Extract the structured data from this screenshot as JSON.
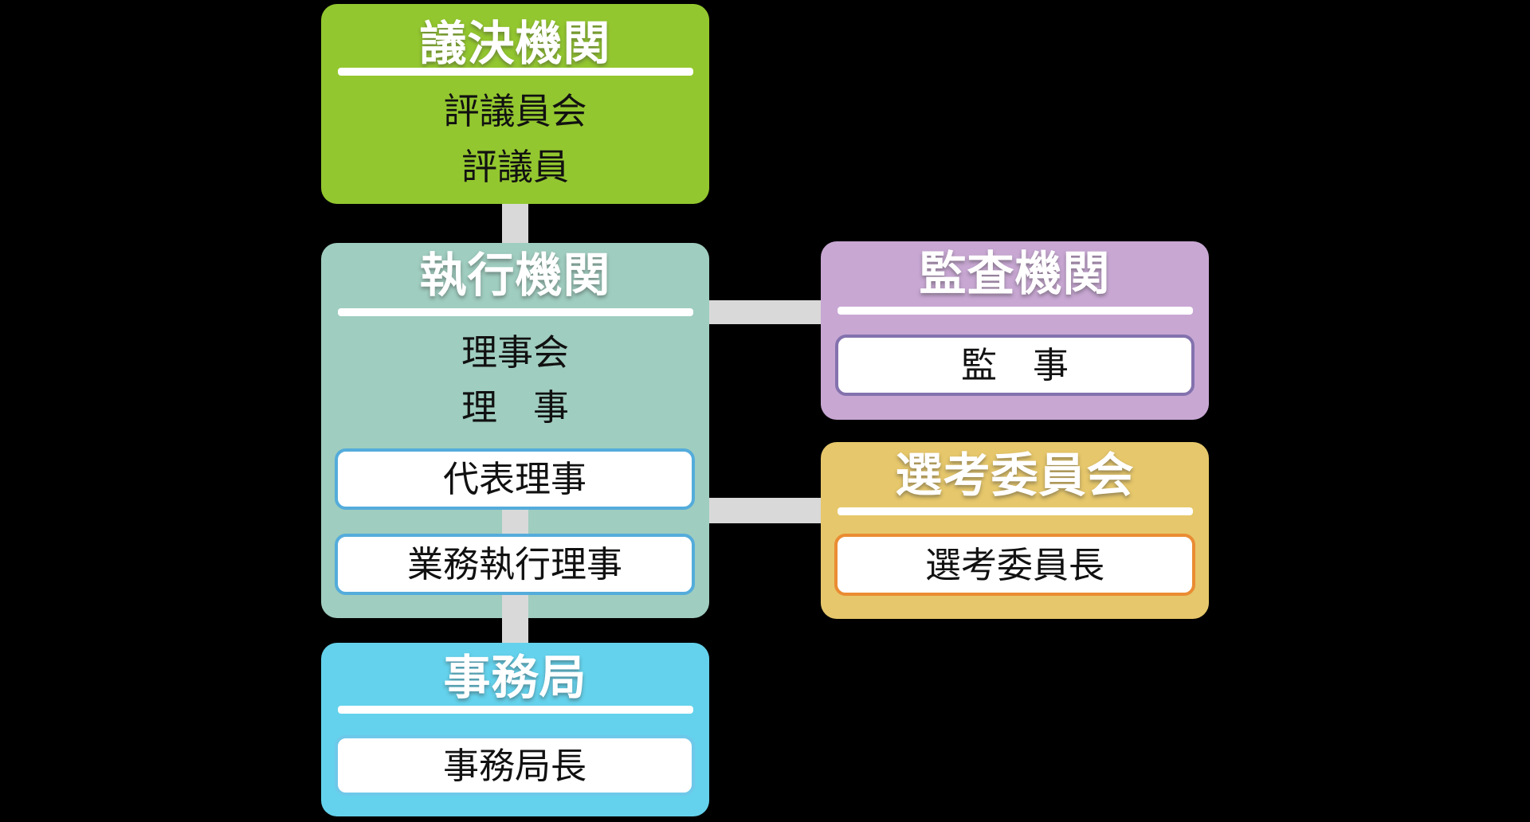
{
  "org_chart": {
    "background_color": "#000000",
    "connector_color": "#D9D9D9",
    "boxes": {
      "deliberative": {
        "title": "議決機関",
        "fill": "#93C72F",
        "title_color": "#FFFFFF",
        "lines": [
          "評議員会",
          "評議員"
        ]
      },
      "executive": {
        "title": "執行機関",
        "fill": "#9FCDBF",
        "title_color": "#FFFFFF",
        "lines": [
          "理事会",
          "理　事"
        ],
        "roles": [
          {
            "label": "代表理事",
            "border_color": "#54ACDB"
          },
          {
            "label": "業務執行理事",
            "border_color": "#54ACDB"
          }
        ]
      },
      "secretariat": {
        "title": "事務局",
        "fill": "#64D2EC",
        "title_color": "#FFFFFF",
        "roles": [
          {
            "label": "事務局長",
            "border_color": "#6EC8E9"
          }
        ]
      },
      "audit": {
        "title": "監査機関",
        "fill": "#C8A7D3",
        "title_color": "#FFFFFF",
        "roles": [
          {
            "label": "監　事",
            "border_color": "#8372AE"
          }
        ]
      },
      "selection": {
        "title": "選考委員会",
        "fill": "#E6C76B",
        "title_color": "#FFFFFF",
        "roles": [
          {
            "label": "選考委員長",
            "border_color": "#EA8C33"
          }
        ]
      }
    },
    "edges": [
      {
        "from": "deliberative",
        "to": "executive",
        "type": "vertical"
      },
      {
        "from": "executive",
        "to": "audit",
        "type": "horizontal"
      },
      {
        "from": "executive",
        "to": "selection",
        "type": "horizontal"
      },
      {
        "from": "代表理事",
        "to": "業務執行理事",
        "type": "vertical"
      },
      {
        "from": "executive",
        "to": "secretariat",
        "type": "vertical"
      }
    ]
  }
}
